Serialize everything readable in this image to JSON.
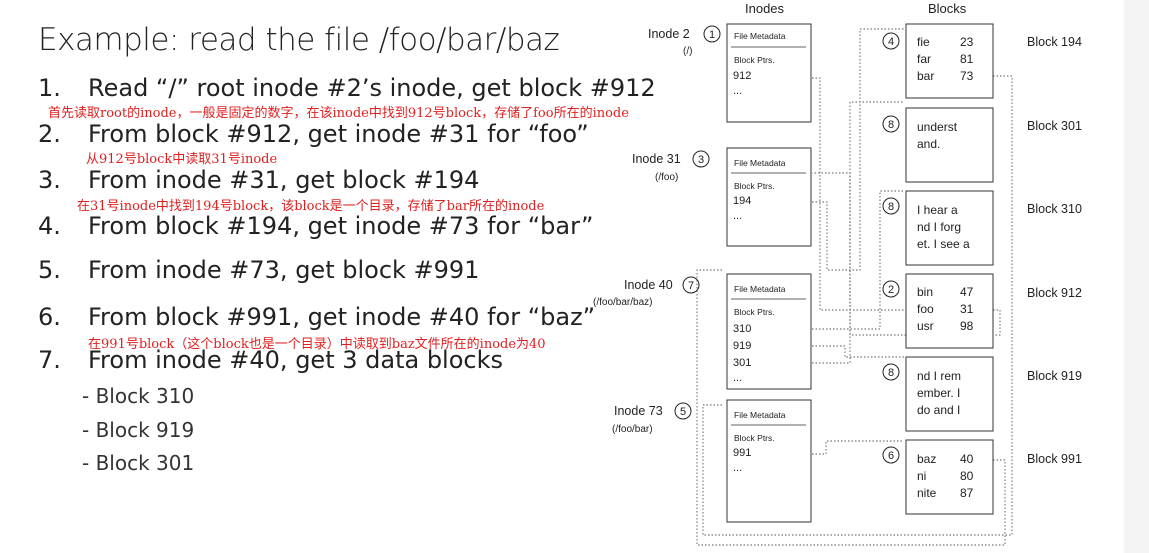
{
  "title": "Example: read the file /foo/bar/baz",
  "steps": [
    {
      "num": "1.",
      "text": "Read “/” root inode #2’s inode, get block #912"
    },
    {
      "num": "2.",
      "text": "From block #912, get inode #31 for “foo”"
    },
    {
      "num": "3.",
      "text": "From inode #31, get block #194"
    },
    {
      "num": "4.",
      "text": "From block #194, get inode #73 for “bar”"
    },
    {
      "num": "5.",
      "text": "From inode #73, get block #991"
    },
    {
      "num": "6.",
      "text": "From block #991, get inode #40 for “baz”"
    },
    {
      "num": "7.",
      "text": "From inode #40, get 3 data blocks"
    }
  ],
  "notes": [
    "首先读取root的inode，一般是固定的数字，在该inode中找到912号block，存储了foo所在的inode",
    "从912号block中读取31号inode",
    "在31号inode中找到194号block，该block是一个目录，存储了bar所在的inode",
    "在991号block（这个block也是一个目录）中读取到baz文件所在的inode为40"
  ],
  "data_blocks": [
    "- Block 310",
    "- Block 919",
    "- Block 301"
  ],
  "diagram": {
    "inodes_header": "Inodes",
    "blocks_header": "Blocks",
    "inodes": [
      {
        "label": "Inode 2",
        "step": "1",
        "path": "(/)",
        "meta": "File Metadata",
        "ptrs": "Block Ptrs.",
        "entries": [
          "912",
          "..."
        ]
      },
      {
        "label": "Inode 31",
        "step": "3",
        "path": "(/foo)",
        "meta": "File Metadata",
        "ptrs": "Block Ptrs.",
        "entries": [
          "194",
          "..."
        ]
      },
      {
        "label": "Inode 40",
        "step": "7",
        "path": "(/foo/bar/baz)",
        "meta": "File Metadata",
        "ptrs": "Block Ptrs.",
        "entries": [
          "310",
          "919",
          "301",
          "..."
        ]
      },
      {
        "label": "Inode 73",
        "step": "5",
        "path": "(/foo/bar)",
        "meta": "File Metadata",
        "ptrs": "Block Ptrs.",
        "entries": [
          "991",
          "..."
        ]
      }
    ],
    "blocks": [
      {
        "step": "4",
        "name": "Block 194",
        "dir": [
          [
            "fie",
            "23"
          ],
          [
            "far",
            "81"
          ],
          [
            "bar",
            "73"
          ]
        ]
      },
      {
        "step": "8",
        "name": "Block 301",
        "text": [
          "underst",
          "and."
        ]
      },
      {
        "step": "8",
        "name": "Block 310",
        "text": [
          "I hear a",
          "nd I forg",
          "et. I see a"
        ]
      },
      {
        "step": "2",
        "name": "Block 912",
        "dir": [
          [
            "bin",
            "47"
          ],
          [
            "foo",
            "31"
          ],
          [
            "usr",
            "98"
          ]
        ]
      },
      {
        "step": "8",
        "name": "Block 919",
        "text": [
          "nd I rem",
          "ember. I",
          "do and I"
        ]
      },
      {
        "step": "6",
        "name": "Block 991",
        "dir": [
          [
            "baz",
            "40"
          ],
          [
            "ni",
            "80"
          ],
          [
            "nite",
            "87"
          ]
        ]
      }
    ]
  }
}
